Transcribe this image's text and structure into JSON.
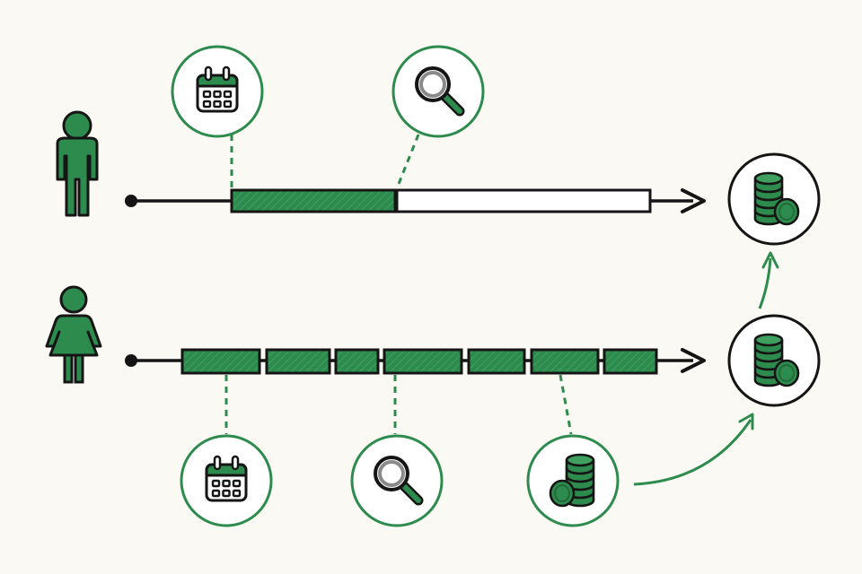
{
  "colors": {
    "background": "#fbf9f3",
    "accent_green": "#2e8b4e",
    "dark_green": "#1f6b38",
    "ink": "#151515",
    "empty_bar": "#ffffff"
  },
  "people": [
    {
      "id": "person-top",
      "kind": "man",
      "icon": "man-person-icon"
    },
    {
      "id": "person-bottom",
      "kind": "woman",
      "icon": "woman-person-icon"
    }
  ],
  "timelines": [
    {
      "id": "top",
      "segments": [
        {
          "fill": "green",
          "share": 0.39
        },
        {
          "fill": "empty",
          "share": 0.61
        }
      ],
      "milestones": [
        {
          "icon": "calendar-icon",
          "placement": "above"
        },
        {
          "icon": "magnifier-icon",
          "placement": "above"
        }
      ],
      "end_icon": "coin-stack-icon"
    },
    {
      "id": "bottom",
      "segments": [
        {
          "fill": "green"
        },
        {
          "fill": "green"
        },
        {
          "fill": "green"
        },
        {
          "fill": "green"
        },
        {
          "fill": "green"
        },
        {
          "fill": "green"
        },
        {
          "fill": "green"
        }
      ],
      "milestones": [
        {
          "icon": "calendar-icon",
          "placement": "below"
        },
        {
          "icon": "magnifier-icon",
          "placement": "below"
        },
        {
          "icon": "coin-stack-icon",
          "placement": "below"
        }
      ],
      "end_icon": "coin-stack-icon"
    }
  ],
  "connectors": [
    {
      "from": "bottom-milestone-coins",
      "to": "bottom-end-coins",
      "style": "curved-arrow"
    },
    {
      "from": "bottom-end-coins",
      "to": "top-end-coins",
      "style": "curved-arrow"
    }
  ]
}
